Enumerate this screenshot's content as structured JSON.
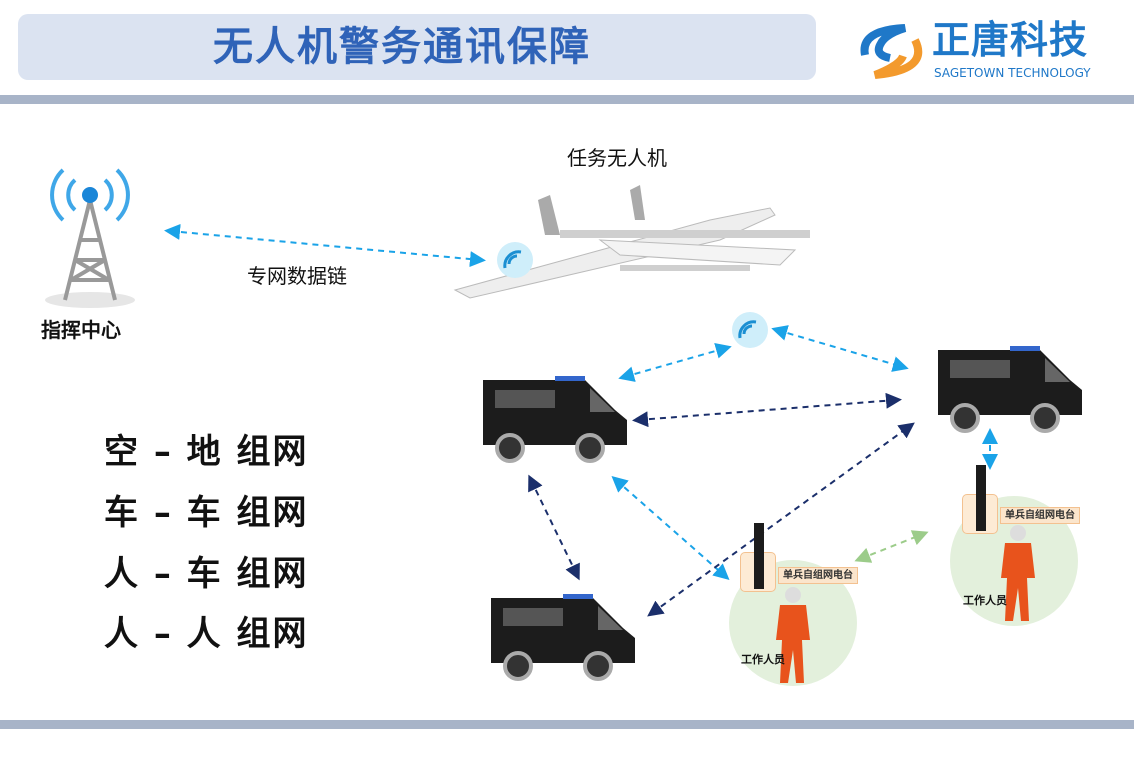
{
  "header": {
    "title": "无人机警务通讯保障"
  },
  "logo": {
    "name_cn": "正唐科技",
    "name_en": "SAGETOWN TECHNOLOGY"
  },
  "nodes": {
    "command_center": "指挥中心",
    "mission_drone": "任务无人机",
    "private_link": "专网数据链",
    "radio_label": "单兵自组网电台",
    "worker_label": "工作人员"
  },
  "network_modes": [
    "空 – 地 组网",
    "车 – 车 组网",
    "人 – 车 组网",
    "人 – 人 组网"
  ],
  "colors": {
    "title": "#2f63b8",
    "link_light": "#1aa3e8",
    "link_dark": "#1b2f6b",
    "link_green": "#9ccc8a"
  }
}
